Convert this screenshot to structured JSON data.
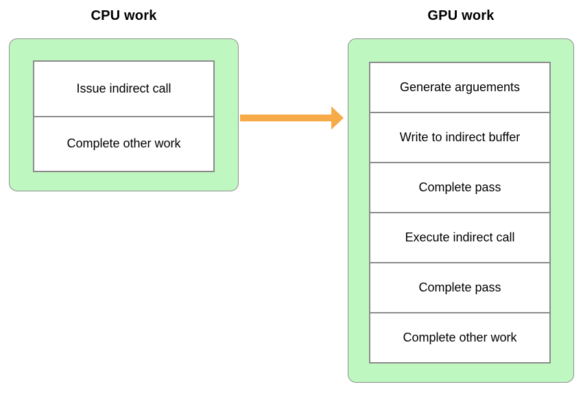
{
  "diagram": {
    "cpu": {
      "title": "CPU work",
      "steps": [
        "Issue indirect call",
        "Complete other work"
      ]
    },
    "gpu": {
      "title": "GPU work",
      "steps": [
        "Generate arguements",
        "Write to indirect buffer",
        "Complete pass",
        "Execute indirect call",
        "Complete pass",
        "Complete other work"
      ]
    },
    "arrow": {
      "direction": "right",
      "color": "#f6aa48"
    },
    "colors": {
      "panel_fill": "#bef7c0",
      "panel_border": "#8e8e8e",
      "step_fill": "#ffffff",
      "step_border": "#8a8a8a",
      "text": "#000000",
      "background": "#ffffff"
    }
  }
}
